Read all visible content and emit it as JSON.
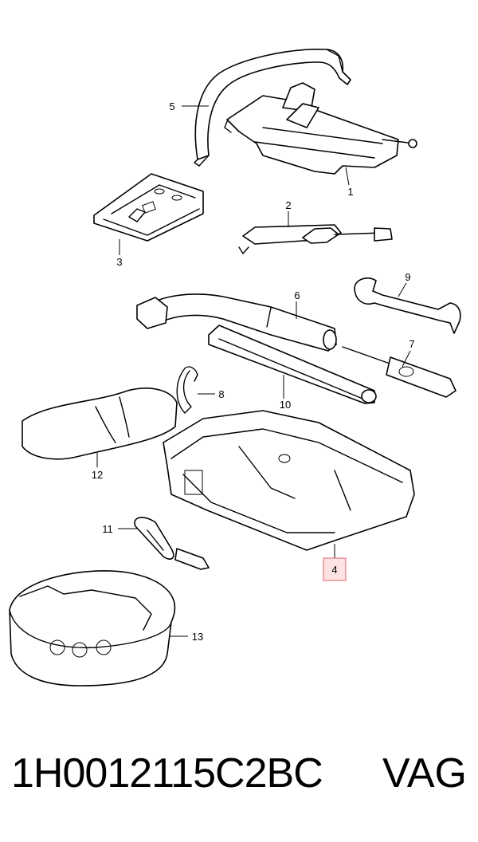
{
  "callouts": {
    "c1": "1",
    "c2": "2",
    "c3": "3",
    "c4": "4",
    "c5": "5",
    "c6": "6",
    "c7": "7",
    "c8": "8",
    "c9": "9",
    "c10": "10",
    "c11": "11",
    "c12": "12",
    "c13": "13"
  },
  "highlight_color": "#e0606a",
  "footer": {
    "part_number": "1H0012115C2BC",
    "brand": "VAG"
  }
}
